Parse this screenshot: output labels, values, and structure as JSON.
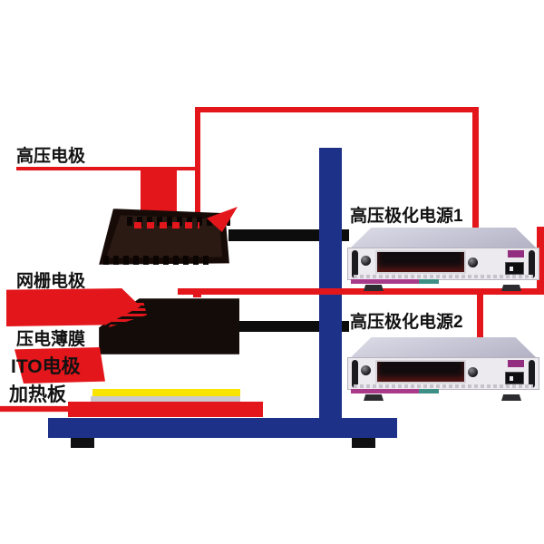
{
  "figure": {
    "type": "corona-poling-experimental-setup-diagram",
    "labels": {
      "hv_electrode": "高压电极",
      "grid_electrode": "网栅电极",
      "piezo_film": "压电薄膜",
      "ito_electrode": "ITO电极",
      "heater_plate": "加热板",
      "power_supply_1": "高压极化电源1",
      "power_supply_2": "高压极化电源2"
    },
    "colors": {
      "wire_red": "#e3161b",
      "stand_blue": "#1e3189",
      "plate_dark": "#170b08",
      "heater_yellow": "#f7e400",
      "silver_layer": "#c9c9cf",
      "device_body": "#ece9ef",
      "device_badge_purple": "#922d80",
      "device_band_magenta": "#a93a8a"
    }
  }
}
